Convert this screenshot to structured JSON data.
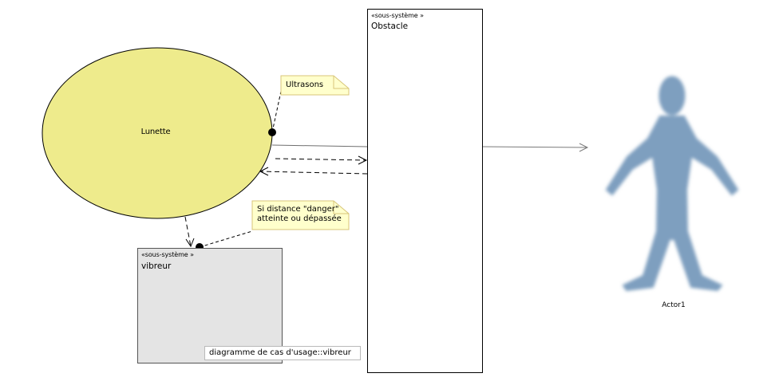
{
  "usecase": {
    "name": "Lunette"
  },
  "obstacle": {
    "stereotype": "«sous-système »",
    "name": "Obstacle"
  },
  "vibreur": {
    "stereotype": "«sous-système »",
    "name": "vibreur",
    "link": "diagramme de cas d'usage::vibreur"
  },
  "notes": {
    "ultrasons": "Ultrasons",
    "danger_line1": "Si distance \"danger\"",
    "danger_line2": "atteinte ou dépassée"
  },
  "actor": {
    "name": "Actor1"
  },
  "colors": {
    "usecase_fill": "#eeeb8c",
    "note_fill": "#ffffcc",
    "note_border": "#d8c67a",
    "subsystem_vibreur_fill": "#e4e4e4",
    "actor_fill": "#7e9fbf"
  }
}
